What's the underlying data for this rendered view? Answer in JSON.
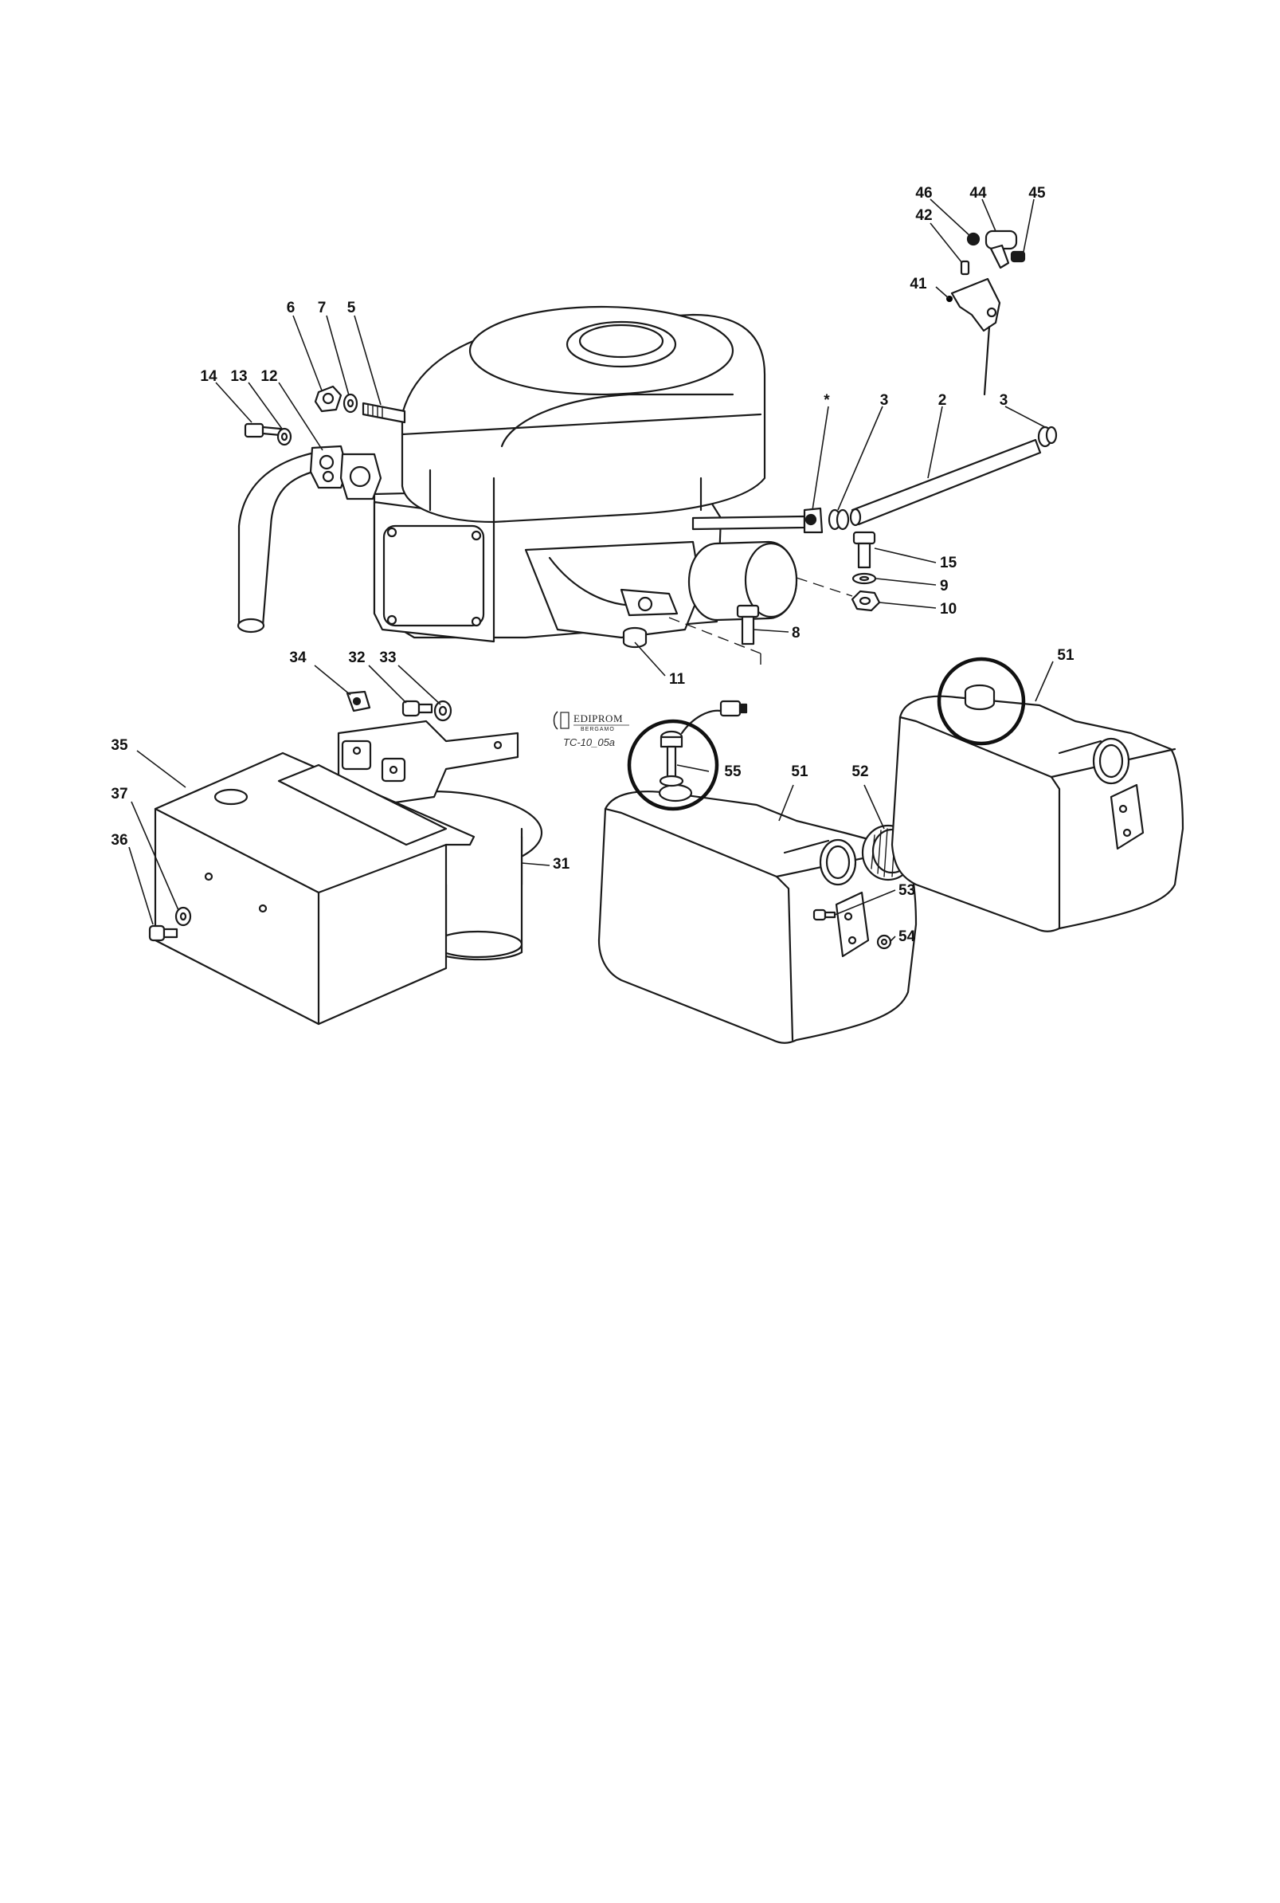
{
  "drawing": {
    "logo_text": "EDIPROM",
    "logo_subtext": "BERGAMO",
    "drawing_code": "TC-10_05a"
  },
  "labels": {
    "p46": "46",
    "p44": "44",
    "p45": "45",
    "p42": "42",
    "p41": "41",
    "p6": "6",
    "p7": "7",
    "p5": "5",
    "p14": "14",
    "p13": "13",
    "p12": "12",
    "pstar": "*",
    "p3a": "3",
    "p2": "2",
    "p3b": "3",
    "p15": "15",
    "p9": "9",
    "p10": "10",
    "p8": "8",
    "p11": "11",
    "p34": "34",
    "p32": "32",
    "p33": "33",
    "p35": "35",
    "p37": "37",
    "p36": "36",
    "p31": "31",
    "p51a": "51",
    "p55": "55",
    "p51b": "51",
    "p52": "52",
    "p53": "53",
    "p54": "54"
  }
}
